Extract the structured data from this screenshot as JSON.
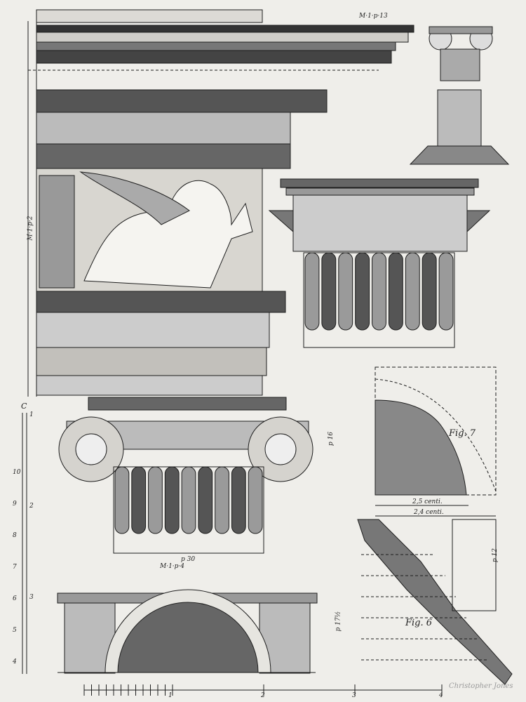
{
  "artwork": {
    "dimension_labels": {
      "top_entablature": "M·1·p·13",
      "left_vertical": "M·1·p·2",
      "column_capital_height": "p 16",
      "column_width": "p 30",
      "arch_top": "M·1·p·4",
      "arch_side": "p 17½",
      "profile_side": "p 12"
    },
    "figures": {
      "fig7": "Fig. 7",
      "fig7_inner_width": "2,5 centi.",
      "fig7_outer_width": "2,4 centi.",
      "fig6": "Fig. 6"
    },
    "bottom_scale": [
      "1",
      "2",
      "3",
      "4"
    ],
    "left_scale": {
      "title": "C",
      "outer": [
        "10",
        "9",
        "8",
        "7",
        "6",
        "5",
        "4"
      ],
      "inner": [
        "3",
        "2",
        "1"
      ]
    },
    "signature": "Christopher Jones",
    "colors": {
      "paper": "#efeeea",
      "ink": "#1e1e1e",
      "shade": "#555555"
    }
  }
}
